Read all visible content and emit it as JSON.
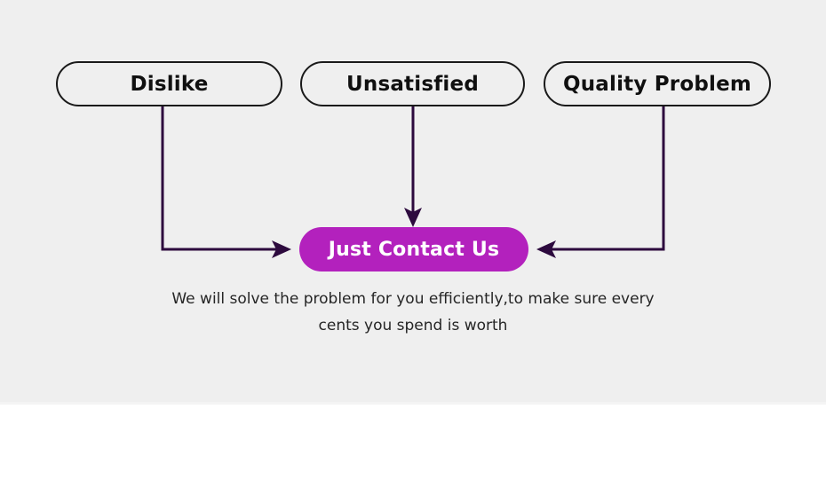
{
  "panel": {
    "background_color": "#efefef",
    "page_background_color": "#ffffff"
  },
  "diagram": {
    "type": "flowchart",
    "sources": [
      {
        "id": "dislike",
        "label": "Dislike"
      },
      {
        "id": "unsatisfied",
        "label": "Unsatisfied"
      },
      {
        "id": "quality",
        "label": "Quality Problem"
      }
    ],
    "target": {
      "id": "just-contact-us",
      "label": "Just Contact Us",
      "fill_color": "#b321bd",
      "text_color": "#ffffff"
    },
    "connectors": [
      {
        "from": "dislike",
        "to": "just-contact-us",
        "direction": "down-then-right",
        "arrowhead": "right",
        "color": "#2d0a3e"
      },
      {
        "from": "unsatisfied",
        "to": "just-contact-us",
        "direction": "down",
        "arrowhead": "down",
        "color": "#2d0a3e"
      },
      {
        "from": "quality",
        "to": "just-contact-us",
        "direction": "down-then-left",
        "arrowhead": "left",
        "color": "#2d0a3e"
      }
    ],
    "box_border_color": "#1a1a1a",
    "connector_color": "#2d0a3e"
  },
  "caption": {
    "line1": "We will solve the problem for you efficiently,to make sure every",
    "line2": "cents you spend is worth"
  }
}
